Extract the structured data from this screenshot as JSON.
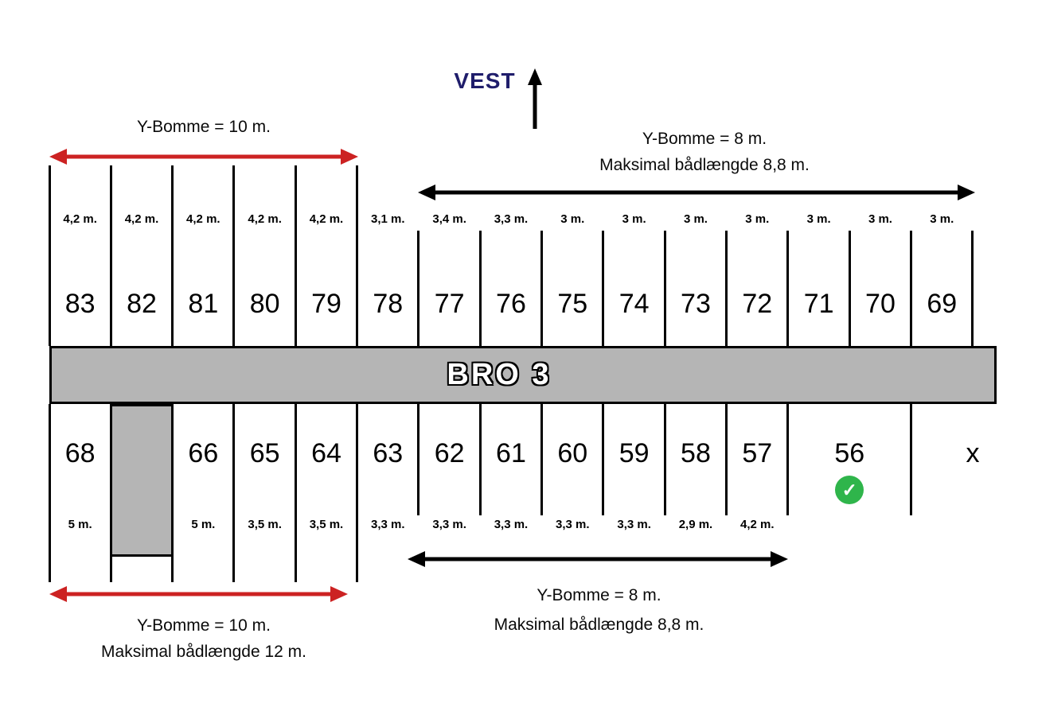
{
  "compass": {
    "label": "VEST"
  },
  "bro": {
    "label": "BRO 3"
  },
  "annotations": {
    "top_left": {
      "line1": "Y-Bomme = 10 m."
    },
    "top_right": {
      "line1": "Y-Bomme = 8 m.",
      "line2": "Maksimal bådlængde 8,8 m."
    },
    "bottom_left": {
      "line1": "Y-Bomme = 10 m.",
      "line2": "Maksimal bådlængde 12 m."
    },
    "bottom_mid": {
      "line1": "Y-Bomme = 8 m.",
      "line2": "Maksimal bådlængde 8,8 m."
    }
  },
  "berths_top": [
    {
      "number": "83",
      "width": "4,2 m."
    },
    {
      "number": "82",
      "width": "4,2 m."
    },
    {
      "number": "81",
      "width": "4,2 m."
    },
    {
      "number": "80",
      "width": "4,2 m."
    },
    {
      "number": "79",
      "width": "4,2 m."
    },
    {
      "number": "78",
      "width": "3,1 m."
    },
    {
      "number": "77",
      "width": "3,4 m."
    },
    {
      "number": "76",
      "width": "3,3 m."
    },
    {
      "number": "75",
      "width": "3 m."
    },
    {
      "number": "74",
      "width": "3 m."
    },
    {
      "number": "73",
      "width": "3 m."
    },
    {
      "number": "72",
      "width": "3 m."
    },
    {
      "number": "71",
      "width": "3 m."
    },
    {
      "number": "70",
      "width": "3 m."
    },
    {
      "number": "69",
      "width": "3 m."
    }
  ],
  "berths_bottom": [
    {
      "number": "68",
      "width": "5 m."
    },
    {
      "number": "",
      "width": "",
      "occupied": true
    },
    {
      "number": "66",
      "width": "5 m."
    },
    {
      "number": "65",
      "width": "3,5 m."
    },
    {
      "number": "64",
      "width": "3,5 m."
    },
    {
      "number": "63",
      "width": "3,3 m."
    },
    {
      "number": "62",
      "width": "3,3 m."
    },
    {
      "number": "61",
      "width": "3,3 m."
    },
    {
      "number": "60",
      "width": "3,3 m."
    },
    {
      "number": "59",
      "width": "3,3 m."
    },
    {
      "number": "58",
      "width": "2,9 m."
    },
    {
      "number": "57",
      "width": "4,2 m."
    },
    {
      "number": "56",
      "width": "",
      "span": 2,
      "checked": true
    },
    {
      "number": "x",
      "width": "",
      "span": 2
    }
  ],
  "icons": {
    "check": "✓"
  },
  "colors": {
    "red": "#cc2222",
    "gray": "#b5b5b5",
    "navy": "#1f1d6b",
    "green": "#2fb54b",
    "black": "#000000"
  }
}
